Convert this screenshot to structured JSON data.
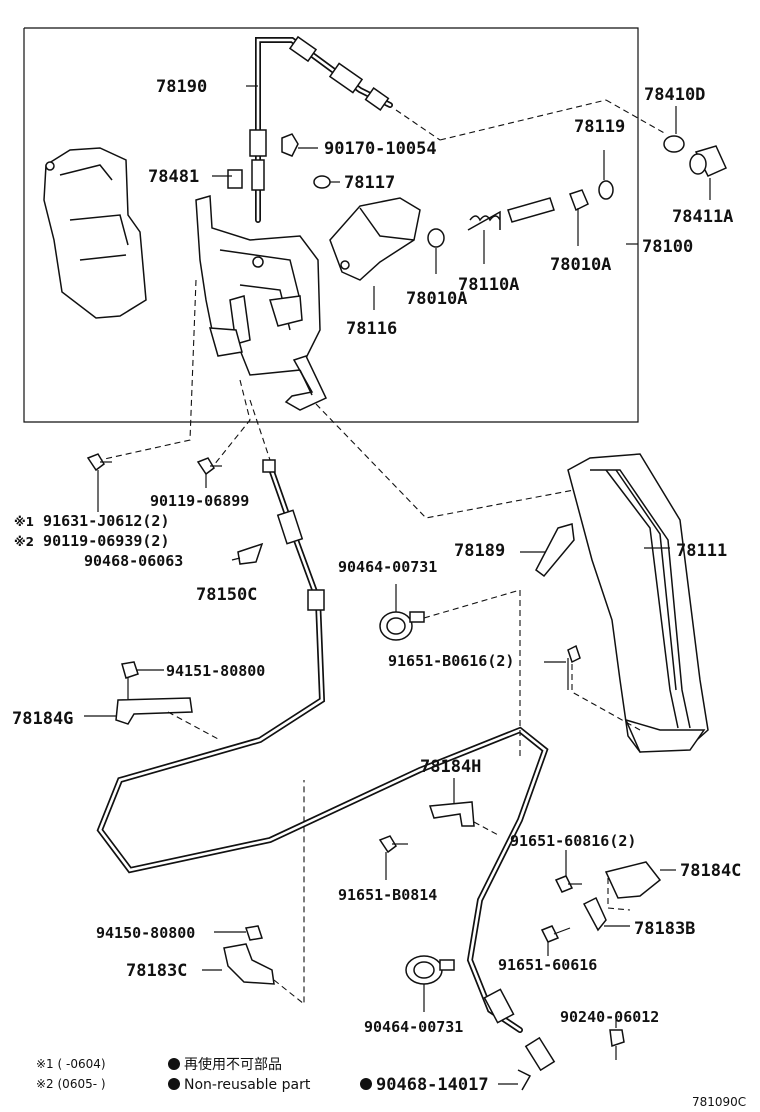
{
  "parts": {
    "p78190": "78190",
    "p78410D": "78410D",
    "p78119": "78119",
    "p90170": "90170-10054",
    "p78481": "78481",
    "p78117": "78117",
    "p78411A": "78411A",
    "p78100": "78100",
    "p78110A": "78110A",
    "p78010A_r": "78010A",
    "p78010A_l": "78010A",
    "p78116": "78116",
    "p91631": "91631-J0612(2)",
    "p90119_a": "90119-06899",
    "p90119_b": "90119-06939(2)",
    "p90468_a": "90468-06063",
    "p78150C": "78150C",
    "p90464_a": "90464-00731",
    "p78189": "78189",
    "p78111": "78111",
    "p91651_b0616": "91651-B0616(2)",
    "p94151": "94151-80800",
    "p78184G": "78184G",
    "p78184H": "78184H",
    "p91651_60816": "91651-60816(2)",
    "p78184C": "78184C",
    "p91651_b0814": "91651-B0814",
    "p78183B": "78183B",
    "p94150": "94150-80800",
    "p91651_60616": "91651-60616",
    "p78183C": "78183C",
    "p90464_b": "90464-00731",
    "p90240": "90240-06012",
    "p90468_b": "90468-14017"
  },
  "marks": {
    "note1": "※1",
    "note2": "※2"
  },
  "notes": {
    "range1": "※1 (    -0604)",
    "range2": "※2 (0605-    )",
    "nonreuse_jp": "再使用不可部品",
    "nonreuse_en": "Non-reusable part"
  },
  "footer": {
    "code": "781090C"
  }
}
